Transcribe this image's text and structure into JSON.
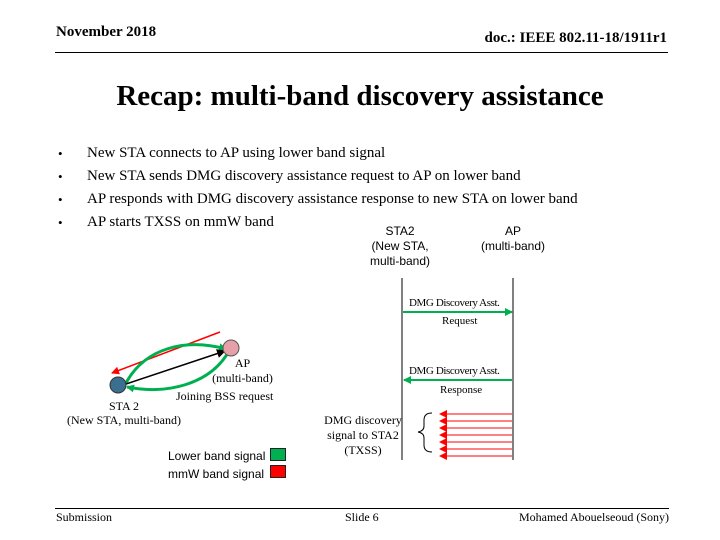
{
  "header": {
    "date": "November 2018",
    "doc": "doc.: IEEE 802.11-18/1911r1"
  },
  "title": "Recap: multi-band discovery assistance",
  "bullets": [
    "New STA connects to AP using lower band signal",
    "New STA sends DMG discovery assistance request to AP on lower band",
    "AP responds with DMG discovery assistance response to new STA on lower band",
    "AP starts TXSS on mmW band"
  ],
  "sequence": {
    "sta2_label": [
      "STA2",
      "(New STA,",
      "multi-band)"
    ],
    "ap_label": [
      "AP",
      "(multi-band)"
    ],
    "request_label": [
      "DMG Discovery Asst.",
      "Request"
    ],
    "response_label": [
      "DMG Discovery Asst.",
      "Response"
    ],
    "discovery_label": [
      "DMG discovery",
      "signal to STA2",
      "(TXSS)"
    ]
  },
  "topology": {
    "ap_label": [
      "AP",
      "(multi-band)"
    ],
    "join_label": "Joining BSS request",
    "sta_label": [
      "STA 2",
      "(New STA, multi-band)"
    ]
  },
  "legend": {
    "lower_band": "Lower band signal",
    "mmw_band": "mmW band signal"
  },
  "colors": {
    "lower_band": "#00b050",
    "mmw_band": "#ff0000",
    "ap_node": "#e8a0a8",
    "sta_node": "#3b6f8f"
  },
  "footer": {
    "left": "Submission",
    "center": "Slide 6",
    "right": "Mohamed Abouelseoud (Sony)"
  }
}
